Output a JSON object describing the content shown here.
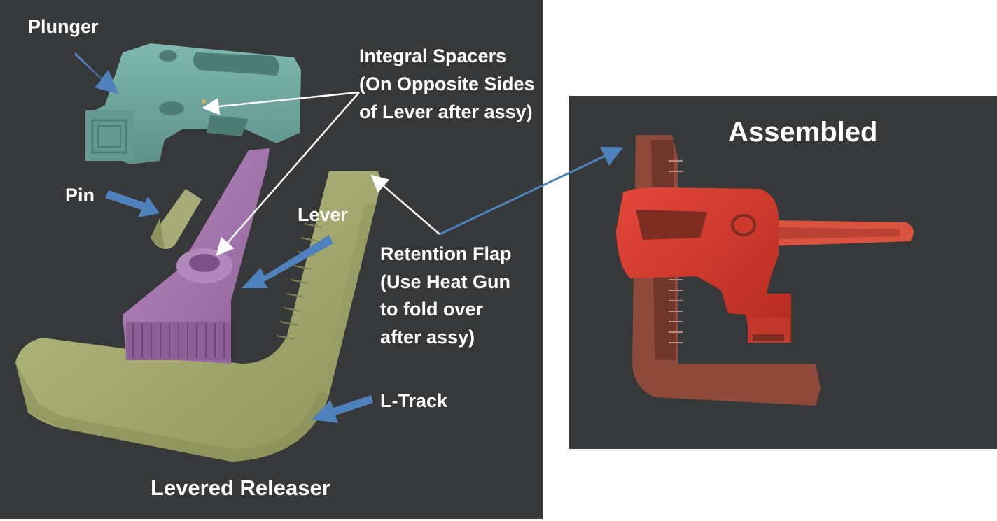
{
  "left_panel": {
    "caption": "Levered Releaser",
    "labels": {
      "plunger": "Plunger",
      "pin": "Pin",
      "lever": "Lever",
      "l_track": "L-Track",
      "integral_spacers": [
        "Integral Spacers",
        "(On Opposite Sides",
        "of Lever after assy)"
      ],
      "retention_flap": [
        "Retention Flap",
        "(Use Heat Gun",
        "to fold over",
        "after assy)"
      ]
    }
  },
  "right_panel": {
    "title": "Assembled"
  },
  "colors": {
    "panel_bg": "#373839",
    "plunger": "#6fa7a0",
    "lever": "#a779b0",
    "pin": "#a5ab78",
    "l_track": "#a5ab6c",
    "assembled_red": "#d63a2c",
    "assembled_brown": "#8e4a3a",
    "arrow_blue": "#4f81bd",
    "text": "#ffffff"
  }
}
